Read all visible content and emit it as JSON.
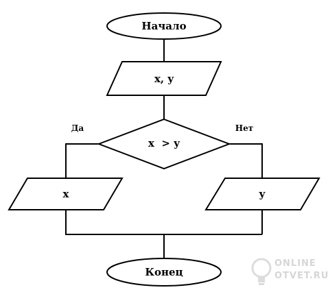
{
  "nodes": {
    "start": "Начало",
    "input": "x, y",
    "condition": "x  > y",
    "output_yes": "x",
    "output_no": "y",
    "end": "Конец"
  },
  "branches": {
    "yes": "Да",
    "no": "Нет"
  },
  "watermark": {
    "line1": "ONLINE",
    "line2": "OTVET.RU"
  }
}
